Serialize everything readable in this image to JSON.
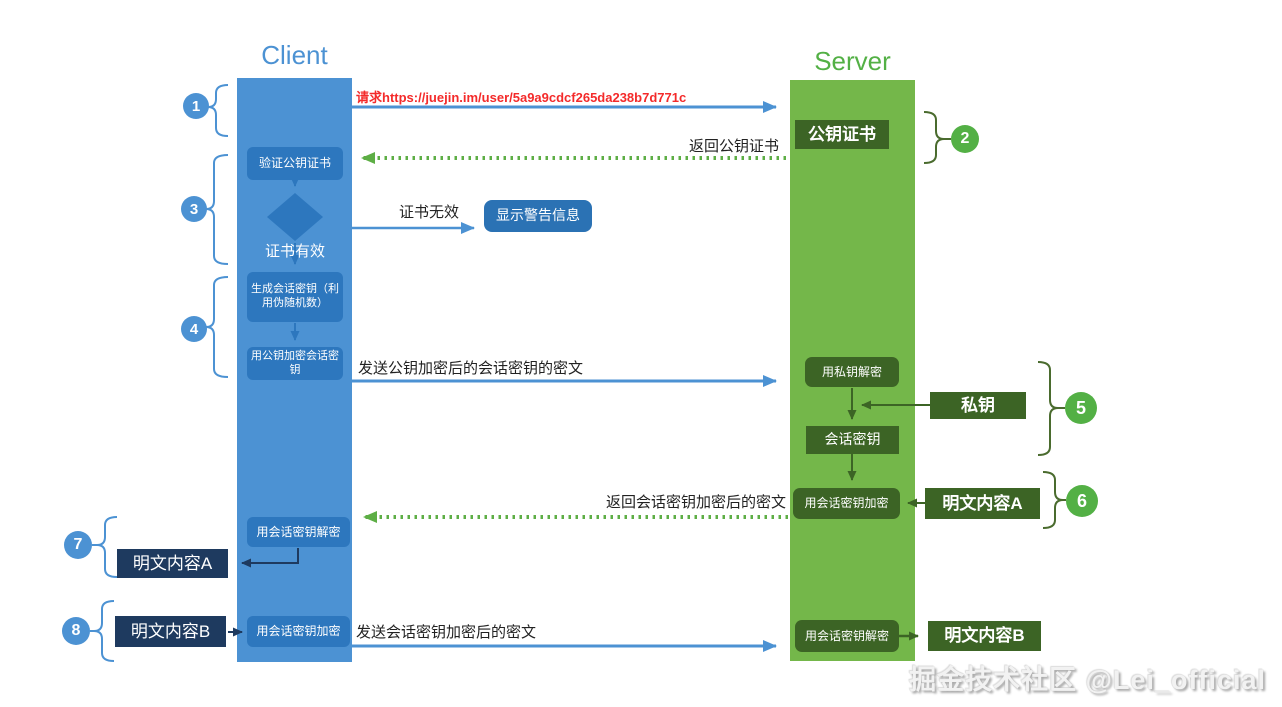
{
  "diagram": {
    "client_title": "Client",
    "server_title": "Server",
    "step_numbers": [
      "1",
      "2",
      "3",
      "4",
      "5",
      "6",
      "7",
      "8"
    ],
    "messages": {
      "request_url": "请求https://juejin.im/user/5a9a9cdcf265da238b7d771c",
      "return_public_cert": "返回公钥证书",
      "cert_invalid": "证书无效",
      "cert_valid": "证书有效",
      "send_pubkey_encrypted_session_key": "发送公钥加密后的会话密钥的密文",
      "return_session_encrypted_ciphertext": "返回会话密钥加密后的密文",
      "send_session_encrypted_ciphertext": "发送会话密钥加密后的密文"
    },
    "client": {
      "verify_cert": "验证公钥证书",
      "generate_session_key": "生成会话密钥（利用伪随机数）",
      "encrypt_session_key_with_pubkey": "用公钥加密会话密钥",
      "show_warning": "显示警告信息",
      "decrypt_with_session_key": "用会话密钥解密",
      "encrypt_with_session_key": "用会话密钥加密",
      "plaintext_a": "明文内容A",
      "plaintext_b": "明文内容B"
    },
    "server": {
      "public_cert": "公钥证书",
      "decrypt_with_private_key": "用私钥解密",
      "private_key": "私钥",
      "session_key": "会话密钥",
      "encrypt_with_session_key": "用会话密钥加密",
      "plaintext_a": "明文内容A",
      "decrypt_with_session_key": "用会话密钥解密",
      "plaintext_b": "明文内容B"
    },
    "watermark": "掘金技术社区 @Lei_official",
    "colors": {
      "client_bar": "#4C92D3",
      "client_node": "#2D77BE",
      "client_dark_navy": "#1E3A5F",
      "server_bar": "#74B74A",
      "server_node_dark": "#3C6425",
      "accent_green": "#53B045",
      "arrow_blue": "#4C92D3",
      "arrow_dotted_green": "#5DAE45",
      "bracket_olive": "#4A6B2E",
      "url_red": "#F42A2A"
    }
  }
}
